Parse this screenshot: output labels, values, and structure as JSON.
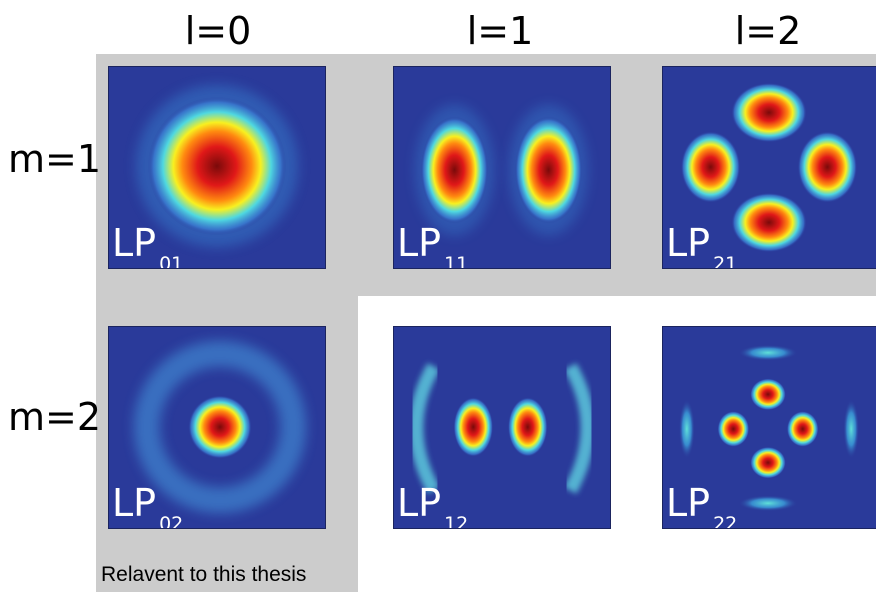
{
  "columns": [
    {
      "id": "l0",
      "label": "l=0"
    },
    {
      "id": "l1",
      "label": "l=1"
    },
    {
      "id": "l2",
      "label": "l=2"
    }
  ],
  "rows": [
    {
      "id": "m1",
      "label": "m=1"
    },
    {
      "id": "m2",
      "label": "m=2"
    }
  ],
  "modes": [
    {
      "id": "LP01",
      "prefix": "LP",
      "sub": "01"
    },
    {
      "id": "LP11",
      "prefix": "LP",
      "sub": "11"
    },
    {
      "id": "LP21",
      "prefix": "LP",
      "sub": "21"
    },
    {
      "id": "LP02",
      "prefix": "LP",
      "sub": "02"
    },
    {
      "id": "LP12",
      "prefix": "LP",
      "sub": "12"
    },
    {
      "id": "LP22",
      "prefix": "LP",
      "sub": "22"
    }
  ],
  "caption": "Relavent to this thesis",
  "colors": {
    "background_highlight": "#cccccc",
    "field_background": "#2a3a9a",
    "label_text": "#ffffff"
  }
}
